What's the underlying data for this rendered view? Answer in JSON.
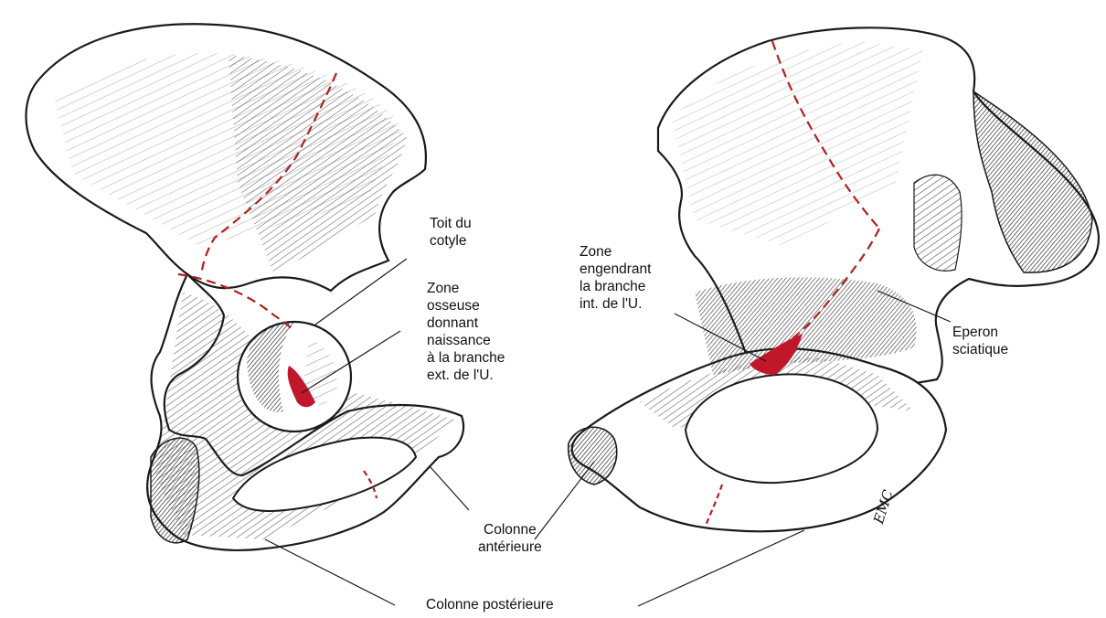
{
  "labels": {
    "toit_du_cotyle": "Toit du\ncotyle",
    "zone_osseuse": "Zone\nosseuse\ndonnant\nnaissance\nà la branche\next. de l'U.",
    "zone_engendrant": "Zone\nengendrant\nla branche\nint. de l'U.",
    "eperon_sciatique": "Eperon\nsciatique",
    "colonne_anterieure": "Colonne\nantérieure",
    "colonne_posterieure": "Colonne postérieure"
  },
  "signature": "EMC",
  "colors": {
    "bone_outline": "#1a1a1a",
    "hatching": "#3a3a3a",
    "fracture_line": "#b02020",
    "highlight_zone": "#c0182a"
  }
}
